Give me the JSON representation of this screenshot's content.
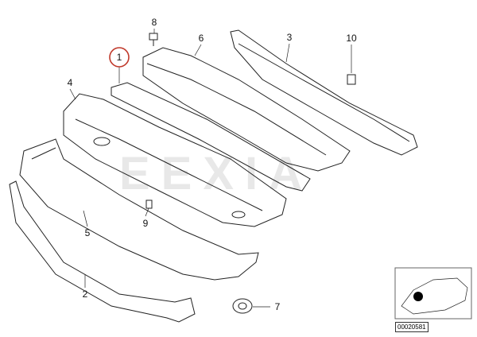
{
  "diagram": {
    "callouts": [
      {
        "id": "1",
        "highlighted": true
      },
      {
        "id": "2"
      },
      {
        "id": "3"
      },
      {
        "id": "4"
      },
      {
        "id": "5"
      },
      {
        "id": "6"
      },
      {
        "id": "7"
      },
      {
        "id": "8"
      },
      {
        "id": "9"
      },
      {
        "id": "10"
      }
    ],
    "labels": {
      "c1": "1",
      "c2": "2",
      "c3": "3",
      "c4": "4",
      "c5": "5",
      "c6": "6",
      "c7": "7",
      "c8": "8",
      "c9": "9",
      "c10": "10"
    },
    "diagram_code": "00020581",
    "watermark": "EEXIA",
    "highlight_color": "#c0392b"
  }
}
